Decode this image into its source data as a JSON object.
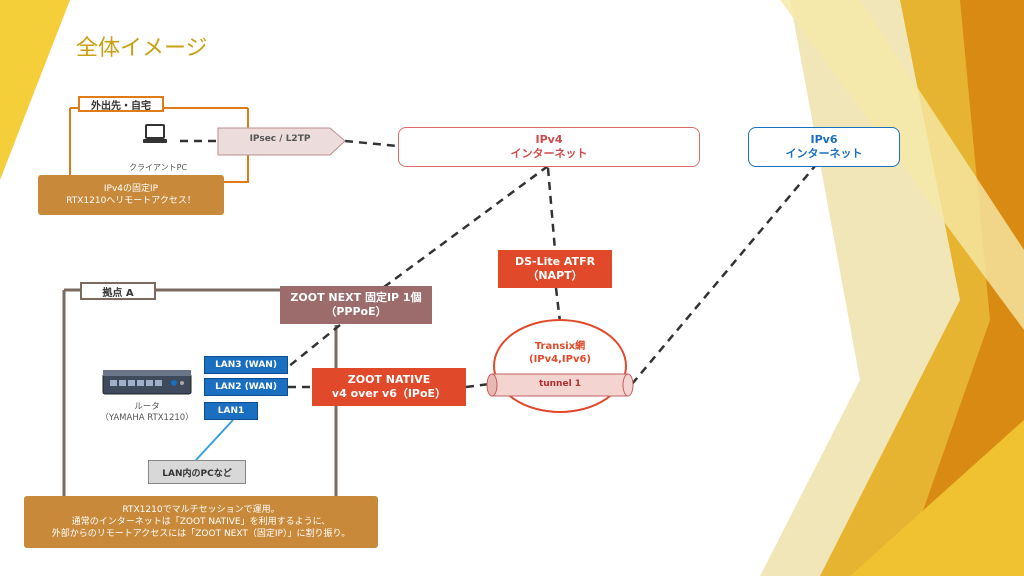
{
  "slide_title": "全体イメージ",
  "remote_site": {
    "label": "外出先・自宅",
    "client_label": "クライアントPC",
    "vpn_label": "IPsec / L2TP",
    "note_lines": [
      "IPv4の固定IP",
      "RTX1210へリモートアクセス！"
    ]
  },
  "internet": {
    "ipv4_lines": [
      "IPv4",
      "インターネット"
    ],
    "ipv6_lines": [
      "IPv6",
      "インターネット"
    ]
  },
  "ds_lite": [
    "DS-Lite ATFR",
    "（NAPT）"
  ],
  "transix": {
    "lines": [
      "Transix網",
      "(IPv4,IPv6)"
    ],
    "tunnel": "tunnel 1"
  },
  "site_a": {
    "label": "拠点 A",
    "zoot_next": [
      "ZOOT NEXT 固定IP 1個",
      "（PPPoE）"
    ],
    "zoot_native": [
      "ZOOT NATIVE",
      "v4 over v6（IPoE）"
    ],
    "lan3": "LAN3 (WAN)",
    "lan2": "LAN2 (WAN)",
    "lan1": "LAN1",
    "router_lines": [
      "ルータ",
      "（YAMAHA RTX1210）"
    ],
    "lan_pc": "LAN内のPCなど",
    "note_lines": [
      "RTX1210でマルチセッションで運用。",
      "通常のインターネットは「ZOOT NATIVE」を利用するように、",
      "外部からのリモートアクセスには「ZOOT NEXT（固定IP）」に割り振り。"
    ]
  },
  "colors": {
    "accent_orange": "#e07b1a",
    "ipv4_border": "#e06a6a",
    "ipv6_border": "#1a6fc0",
    "red": "#e04a2a",
    "note": "#c8893a"
  }
}
